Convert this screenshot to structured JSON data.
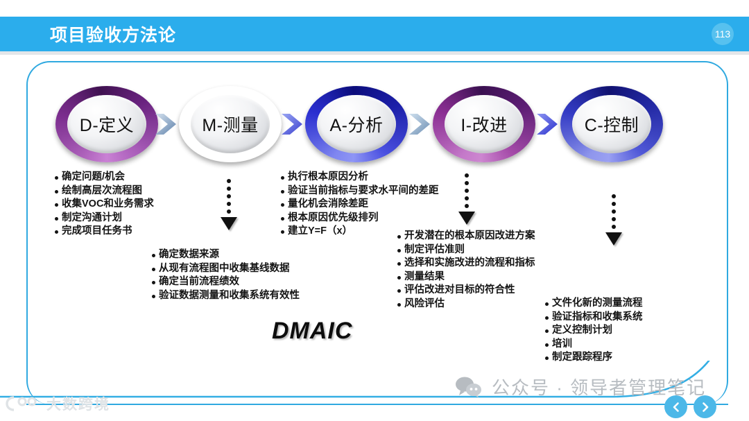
{
  "header": {
    "title": "项目验收方法论",
    "page_number": "113",
    "bar_color": "#2badec",
    "badge_color": "#57c1ef"
  },
  "stages": [
    {
      "label": "D-定义",
      "ring_color": "#7b2d8e",
      "icon": "stage-circle-define"
    },
    {
      "label": "M-测量",
      "ring_color": "#3c5c7d",
      "icon": "stage-circle-measure"
    },
    {
      "label": "A-分析",
      "ring_color": "#1c1fa8",
      "icon": "stage-circle-analyze"
    },
    {
      "label": "I-改进",
      "ring_color": "#8b2f93",
      "icon": "stage-circle-improve"
    },
    {
      "label": "C-控制",
      "ring_color": "#2329a4",
      "icon": "stage-circle-control"
    }
  ],
  "arrows": {
    "chevron_icon": "chevron-right-icon",
    "dotted_icon": "dotted-down-arrow-icon",
    "count_chevrons": 4,
    "count_dotted": 3
  },
  "lists": {
    "define": [
      "确定问题/机会",
      "绘制高层次流程图",
      "收集VOC和业务需求",
      "制定沟通计划",
      "完成项目任务书"
    ],
    "measure": [
      "确定数据来源",
      "从现有流程图中收集基线数据",
      "确定当前流程绩效",
      "验证数据测量和收集系统有效性"
    ],
    "analyze": [
      "执行根本原因分析",
      "验证当前指标与要求水平间的差距",
      "量化机会消除差距",
      "根本原因优先级排列",
      "建立Y=F（x）"
    ],
    "improve": [
      "开发潜在的根本原因改进方案",
      "制定评估准则",
      "选择和实施改进的流程和指标",
      "测量结果",
      "评估改进对目标的符合性",
      "风险评估"
    ],
    "control": [
      "文件化新的测量流程",
      "验证指标和收集系统",
      "定义控制计划",
      "培训",
      "制定跟踪程序"
    ]
  },
  "wordmark": "DMAIC",
  "footer": {
    "wechat_watermark": "公众号 · 领导者管理笔记",
    "wechat_icon": "wechat-icon",
    "bigdata_watermark": "大数跨境",
    "bigdata_icon": "bigdata-logo-icon",
    "prev_icon": "chevron-left-icon",
    "next_icon": "chevron-right-icon",
    "accent_color": "#4cb8e8"
  },
  "frame": {
    "border_color": "#2fa9e0"
  }
}
